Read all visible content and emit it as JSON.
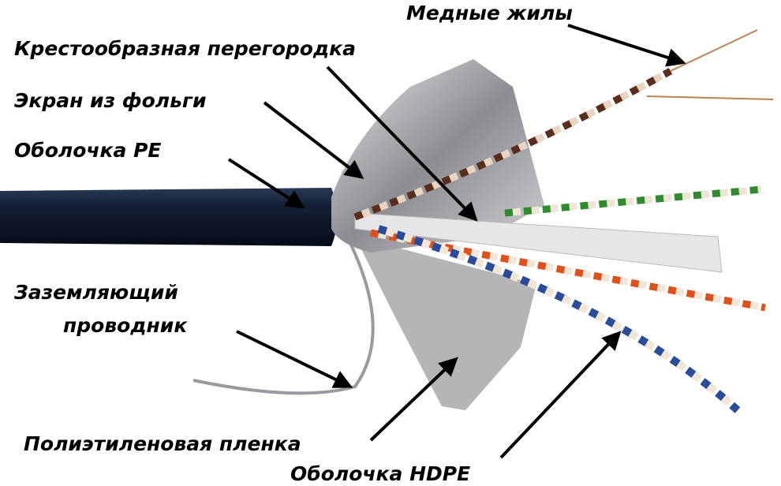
{
  "diagram": {
    "subject": "cable-cross-section",
    "labels": {
      "copper_cores": "Медные жилы",
      "cross_separator": "Крестообразная перегородка",
      "foil_screen": "Экран из фольги",
      "pe_jacket": "Оболочка PE",
      "ground_wire_line1": "Заземляющий",
      "ground_wire_line2": "проводник",
      "pe_film": "Полиэтиленовая пленка",
      "hdpe_jacket": "Оболочка HDPE"
    },
    "colors": {
      "jacket": "#0f1a2e",
      "foil": "#b8b8bc",
      "arrow": "#000000"
    }
  }
}
